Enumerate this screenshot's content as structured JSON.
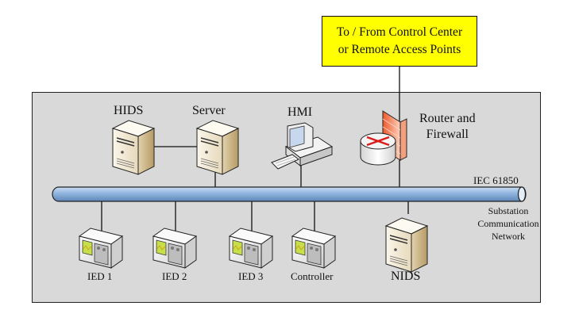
{
  "callout": {
    "line1": "To / From Control Center",
    "line2": "or Remote Access Points",
    "color": "#ffff00"
  },
  "substation": {
    "background": "#d9d9d9"
  },
  "bus": {
    "protocol_label": "IEC 61850",
    "network_label_lines": [
      "Substation",
      "Communication",
      "Network"
    ],
    "color": "#8fb4de"
  },
  "devices": {
    "hids": {
      "label": "HIDS",
      "icon": "server-tower-icon"
    },
    "server": {
      "label": "Server",
      "icon": "server-tower-icon"
    },
    "hmi": {
      "label": "HMI",
      "icon": "workstation-icon"
    },
    "router_firewall": {
      "label_lines": [
        "Router and",
        "Firewall"
      ],
      "icon": "router-firewall-icon"
    },
    "nids": {
      "label": "NIDS",
      "icon": "server-tower-icon"
    },
    "ied1": {
      "label": "IED 1",
      "icon": "ied-icon"
    },
    "ied2": {
      "label": "IED 2",
      "icon": "ied-icon"
    },
    "ied3": {
      "label": "IED 3",
      "icon": "ied-icon"
    },
    "controller": {
      "label": "Controller",
      "icon": "ied-icon"
    }
  }
}
